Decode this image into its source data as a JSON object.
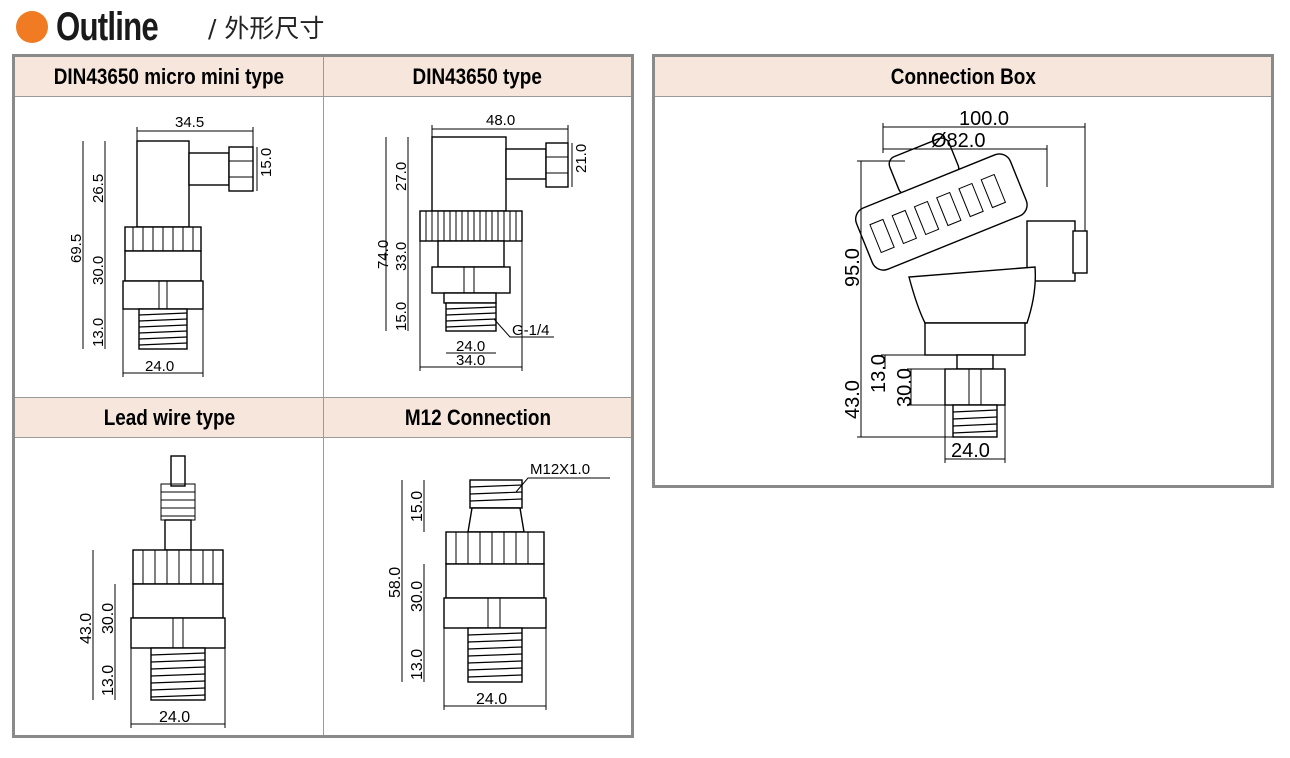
{
  "header": {
    "title": "Outline",
    "subtitle": "/ 外形尺寸"
  },
  "colors": {
    "accent_dot": "#f07b22",
    "cell_title_bg": "#f6e6dc",
    "panel_border": "#8a8a8a"
  },
  "panels": {
    "din_micro": {
      "title": "DIN43650 micro mini type",
      "dims": {
        "width_top": "34.5",
        "plug": "15.0",
        "upper": "26.5",
        "total": "69.5",
        "body": "30.0",
        "thread": "13.0",
        "base": "24.0"
      }
    },
    "din": {
      "title": "DIN43650 type",
      "dims": {
        "width_top": "48.0",
        "plug": "21.0",
        "upper": "27.0",
        "total": "74.0",
        "body": "33.0",
        "thread": "15.0",
        "base": "24.0",
        "base2": "34.0",
        "thread_note": "G-1/4"
      }
    },
    "lead": {
      "title": "Lead wire type",
      "dims": {
        "total": "43.0",
        "body": "30.0",
        "thread": "13.0",
        "base": "24.0"
      }
    },
    "m12": {
      "title": "M12 Connection",
      "dims": {
        "thread_note": "M12X1.0",
        "top": "15.0",
        "total": "58.0",
        "body": "30.0",
        "thread": "13.0",
        "base": "24.0"
      }
    },
    "box": {
      "title": "Connection Box",
      "dims": {
        "width_outer": "100.0",
        "diameter": "Ø82.0",
        "height": "95.0",
        "lower_total": "43.0",
        "neck": "13.0",
        "body": "30.0",
        "base": "24.0"
      }
    }
  }
}
